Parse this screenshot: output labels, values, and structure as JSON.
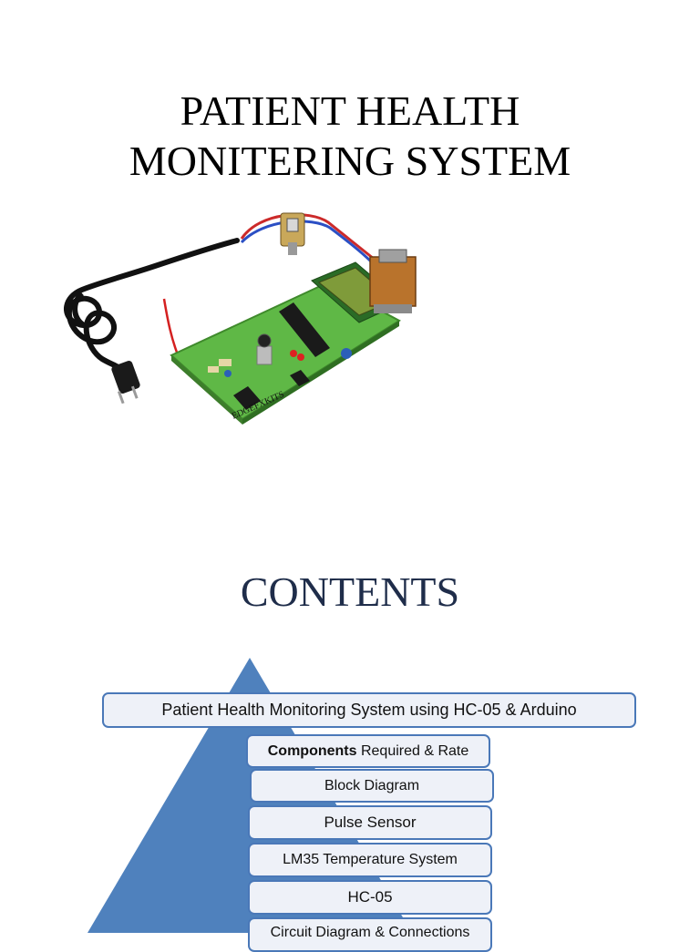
{
  "slide1": {
    "title_line1": "PATIENT HEALTH",
    "title_line2": "MONITERING SYSTEM",
    "board_label": "EDGEFXKITS"
  },
  "slide2": {
    "title": "CONTENTS",
    "items": [
      {
        "label": "Patient Health Monitoring System using HC-05 & Arduino"
      },
      {
        "label_bold": "Components",
        "label_rest": " Required & Rate"
      },
      {
        "label": "Block Diagram"
      },
      {
        "label": "Pulse Sensor"
      },
      {
        "label": "LM35 Temperature System"
      },
      {
        "label": "HC-05"
      },
      {
        "label": "Circuit Diagram & Connections"
      }
    ]
  },
  "colors": {
    "pyramid": "#4f81bd",
    "item_fill": "#eef1f8",
    "item_border": "#4a78b8",
    "contents_title": "#1f2d4a",
    "pcb_green": "#5fb846",
    "lcd": "#7f9b3a"
  }
}
